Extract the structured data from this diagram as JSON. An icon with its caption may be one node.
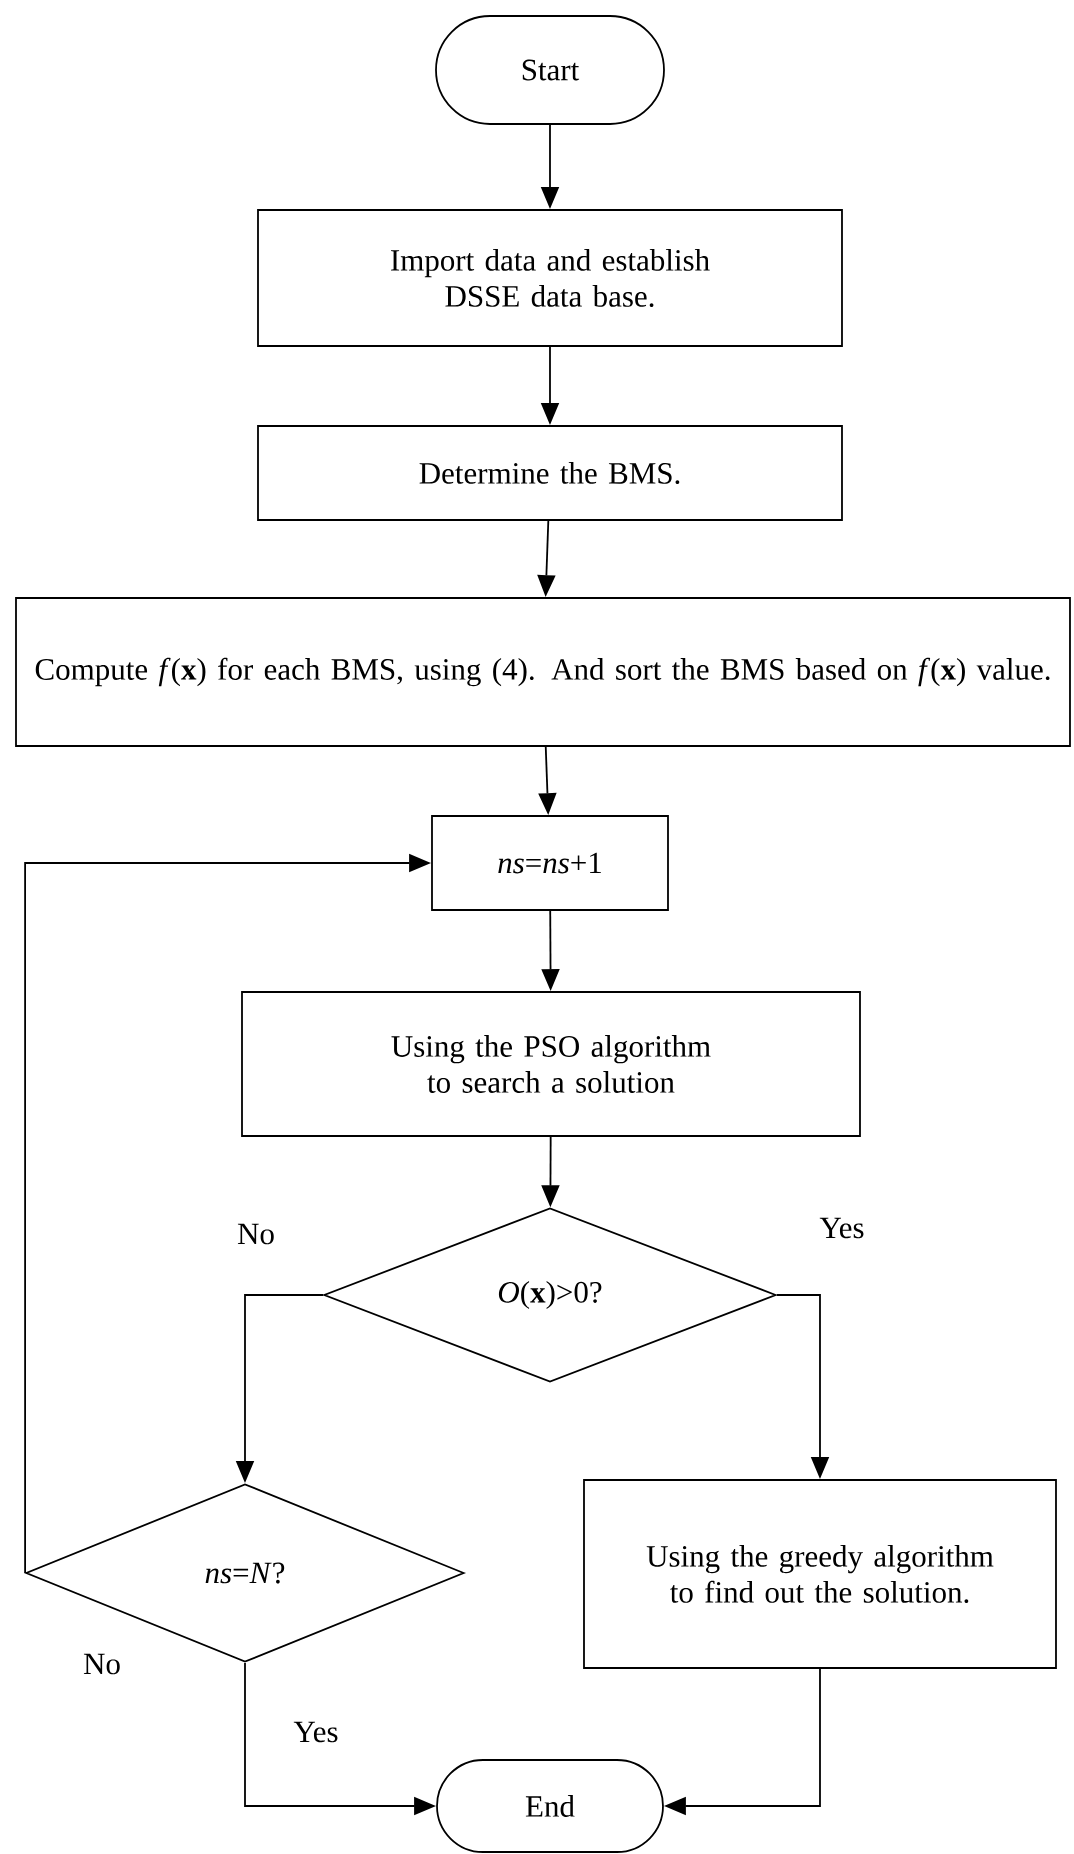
{
  "diagram": {
    "nodes": [
      {
        "text": [
          "Start"
        ]
      },
      {
        "text": [
          "Import data and establish DSSE data base."
        ]
      },
      {
        "text": [
          "Determine the BMS."
        ]
      },
      {
        "text": [
          "Compute *f*(**x**) for each BMS, using (4). And sort the BMS based on *f*(**x**) value."
        ]
      },
      {
        "text": [
          "*ns*=*ns*+1"
        ]
      },
      {
        "text": [
          "Using the PSO algorithm to search a solution"
        ]
      },
      {
        "text": [
          "*O*(**x**)>0?"
        ]
      },
      {
        "text": [
          "*ns*=*N*?"
        ]
      },
      {
        "text": [
          "Using the greedy algorithm to find out the solution."
        ]
      },
      {
        "text": [
          "End"
        ]
      }
    ],
    "edges": [
      {
        "from": 0,
        "to": 1,
        "arrow": "to"
      },
      {
        "from": 1,
        "to": 2,
        "arrow": "to"
      },
      {
        "from": 2,
        "to": 3,
        "arrow": "to"
      },
      {
        "from": 3,
        "to": 4,
        "arrow": "to"
      },
      {
        "from": 4,
        "to": 5,
        "arrow": "to"
      },
      {
        "from": 5,
        "to": 6,
        "arrow": "to"
      },
      {
        "from": 6,
        "to": 7,
        "arrow": "to",
        "label": "No"
      },
      {
        "from": 6,
        "to": 8,
        "arrow": "to",
        "label": "Yes"
      },
      {
        "from": 7,
        "to": 4,
        "arrow": "to",
        "label": "No"
      },
      {
        "from": 7,
        "to": 9,
        "arrow": "to",
        "label": "Yes"
      },
      {
        "from": 8,
        "to": 9,
        "arrow": "to"
      }
    ]
  }
}
